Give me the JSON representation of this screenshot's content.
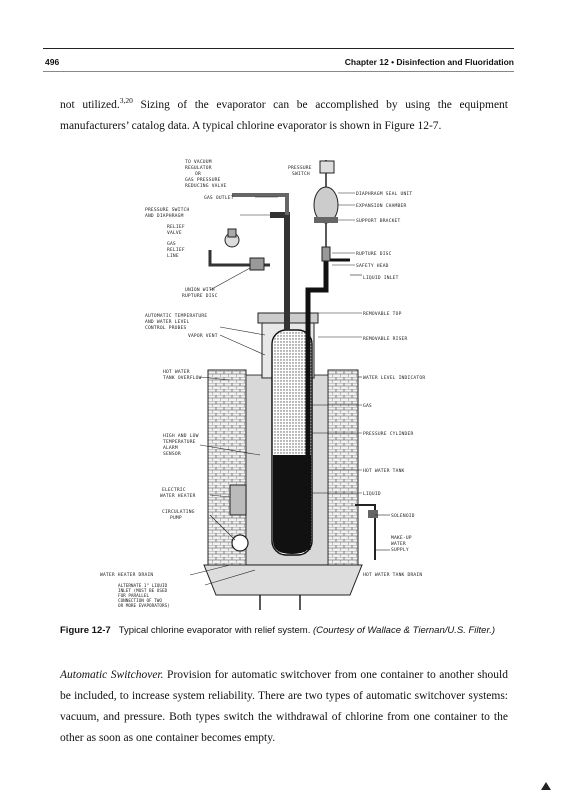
{
  "header": {
    "page_number": "496",
    "chapter_title": "Chapter 12  •  Disinfection and Fluoridation"
  },
  "paragraph1": {
    "text_before_sup": "not utilized.",
    "sup": "3,20",
    "text_after_sup": " Sizing of the evaporator can be accomplished by using the equipment manufacturers’ catalog data. A typical chlorine evaporator is shown in Figure 12-7."
  },
  "figure": {
    "labels": {
      "to_vacuum": "TO VACUUM",
      "regulator": "REGULATOR",
      "or": "OR",
      "gas_pressure": "GAS PRESSURE",
      "reducing_valve": "REDUCING VALVE",
      "pressure_switch_top_1": "PRESSURE",
      "pressure_switch_top_2": "SWITCH",
      "gas_outlet": "GAS OUTLET",
      "diaphragm_seal_unit": "DIAPHRAGM SEAL UNIT",
      "expansion_chamber": "EXPANSION CHAMBER",
      "support_bracket": "SUPPORT BRACKET",
      "pressure_switch_diaphragm_1": "PRESSURE SWITCH",
      "pressure_switch_diaphragm_2": "AND DIAPHRAGM",
      "relief_valve_1": "RELIEF",
      "relief_valve_2": "VALVE",
      "gas_relief_line_1": "GAS",
      "gas_relief_line_2": "RELIEF",
      "gas_relief_line_3": "LINE",
      "rupture_disc": "RUPTURE DISC",
      "safety_head": "SAFETY HEAD",
      "liquid_inlet": "LIQUID INLET",
      "union_with_1": "UNION WITH",
      "union_with_2": "RUPTURE DISC",
      "auto_temp_1": "AUTOMATIC TEMPERATURE",
      "auto_temp_2": "AND WATER LEVEL",
      "auto_temp_3": "CONTROL PROBES",
      "vapor_vent": "VAPOR VENT",
      "removable_top": "REMOVABLE TOP",
      "removable_riser": "REMOVABLE RISER",
      "hot_water_overflow_1": "HOT WATER",
      "hot_water_overflow_2": "TANK OVERFLOW",
      "water_level_indicator": "WATER LEVEL INDICATOR",
      "gas": "GAS",
      "pressure_cylinder": "PRESSURE CYLINDER",
      "high_low_1": "HIGH AND LOW",
      "high_low_2": "TEMPERATURE",
      "high_low_3": "ALARM",
      "high_low_4": "SENSOR",
      "hot_water_tank": "HOT WATER TANK",
      "electric_heater_1": "ELECTRIC",
      "electric_heater_2": "WATER HEATER",
      "liquid": "LIQUID",
      "circulating_pump_1": "CIRCULATING",
      "circulating_pump_2": "PUMP",
      "solenoid": "SOLENOID",
      "makeup_1": "MAKE-UP",
      "makeup_2": "WATER",
      "makeup_3": "SUPPLY",
      "water_heater_drain": "WATER HEATER DRAIN",
      "hot_water_tank_drain": "HOT WATER TANK DRAIN",
      "alternate_1": "ALTERNATE 1\" LIQUID",
      "alternate_2": "INLET (MUST BE USED",
      "alternate_3": "FOR PARALLEL",
      "alternate_4": "CONNECTION OF TWO",
      "alternate_5": "OR MORE EVAPORATORS)"
    }
  },
  "caption": {
    "figure_number": "Figure 12-7",
    "text": "Typical chlorine evaporator with relief system.",
    "credit": "(Courtesy of Wallace & Tiernan/U.S. Filter.)"
  },
  "paragraph2": {
    "lead": "Automatic Switchover.",
    "text": " Provision for automatic switchover from one container to another should be included, to increase system reliability. There are two types of automatic switchover systems: vacuum, and pressure. Both types switch the withdrawal of chlorine from one container to the other as soon as one container becomes empty."
  }
}
